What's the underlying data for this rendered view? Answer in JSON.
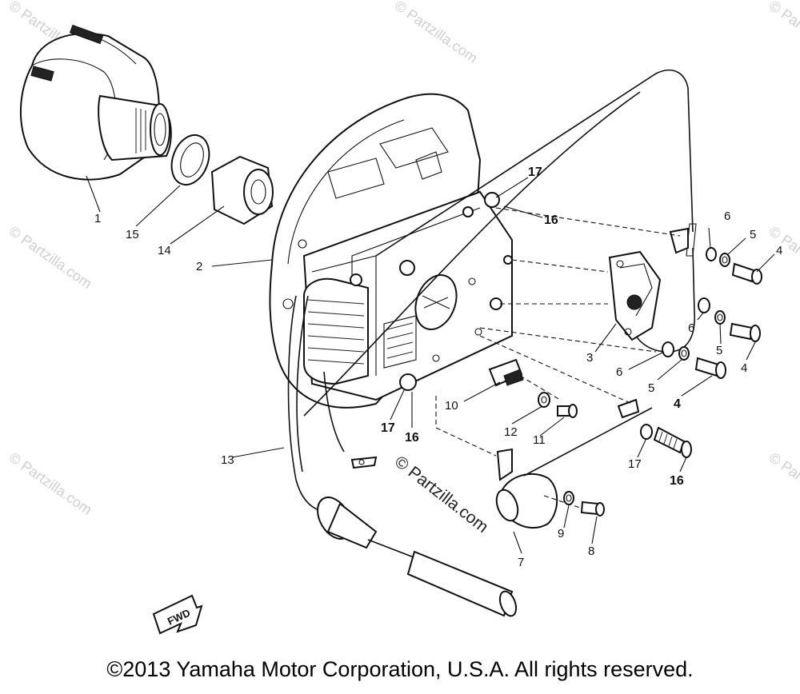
{
  "callouts": {
    "c1": "1",
    "c2": "2",
    "c3": "3",
    "c4a": "4",
    "c4b": "4",
    "c4c": "4",
    "c5a": "5",
    "c5b": "5",
    "c5c": "5",
    "c6a": "6",
    "c6b": "6",
    "c6c": "6",
    "c7": "7",
    "c8": "8",
    "c9": "9",
    "c10": "10",
    "c11": "11",
    "c12": "12",
    "c13": "13",
    "c14": "14",
    "c15": "15",
    "c16a": "16",
    "c16b": "16",
    "c16c": "16",
    "c17a": "17",
    "c17b": "17",
    "c17c": "17"
  },
  "fwd_label": "FWD",
  "watermark": "© Partzilla.com",
  "copyright": "©2013 Yamaha Motor Corporation, U.S.A. All rights reserved."
}
